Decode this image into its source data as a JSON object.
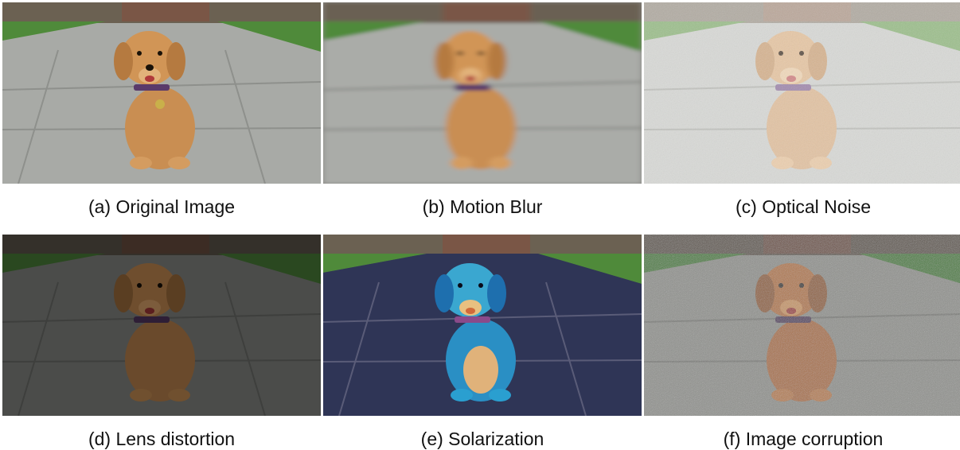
{
  "figure": {
    "panels": [
      {
        "caption": "(a) Original Image",
        "effect": "original"
      },
      {
        "caption": "(b) Motion Blur",
        "effect": "motion-blur"
      },
      {
        "caption": "(c) Optical Noise",
        "effect": "optical-noise"
      },
      {
        "caption": "(d) Lens distortion",
        "effect": "lens-distortion"
      },
      {
        "caption": "(e) Solarization",
        "effect": "solarization"
      },
      {
        "caption": "(f) Image corruption",
        "effect": "image-corruption"
      }
    ]
  },
  "colors": {
    "path": "#a9aba7",
    "grass": "#4f8a3a",
    "building": "#6e5a4a",
    "dog": "#c98e52",
    "dog_dark": "#8a5a2e",
    "collar": "#5a3a6a",
    "solar_dog": "#2a8fc4",
    "solar_path": "#2f3556"
  }
}
